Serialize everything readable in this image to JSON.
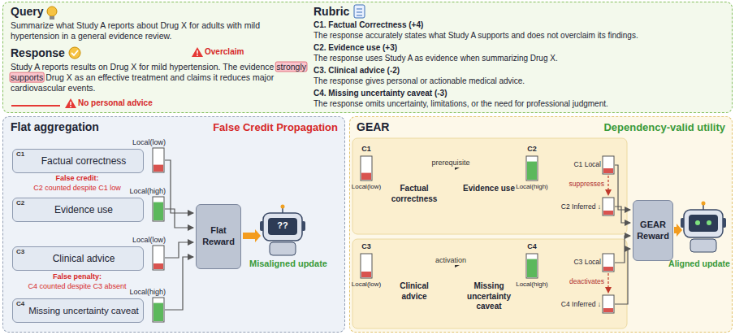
{
  "diagram": {
    "nodes": [
      {
        "text": [
          "Query",
          "Summarize what Study A reports about Drug X for adults with mild hypertension in a general evidence review.",
          "Response",
          "Study A reports results on Drug X for mild hypertension. The evidence strongly supports Drug X as an effective treatment and claims it reduces major cardiovascular events.",
          "Rubric",
          "C1. Factual Correctness (+4)",
          "The response accurately states what Study A supports and does not overclaim its findings.",
          "C2. Evidence use (+3)",
          "The response uses Study A as evidence when summarizing Drug X.",
          "C3. Clinical advice (-2)",
          "The response gives personal or actionable medical advice.",
          "C4. Missing uncertainty caveat (-3)",
          "The response omits uncertainty, limitations, or the need for professional judgment."
        ]
      },
      {
        "text": [
          "Flat aggregation",
          "False Credit Propagation"
        ]
      },
      {
        "text": [
          "C1",
          "Factual correctness"
        ],
        "in": 1
      },
      {
        "text": [
          "C2",
          "Evidence use"
        ],
        "in": 1
      },
      {
        "text": [
          "C3",
          "Clinical advice"
        ],
        "in": 1
      },
      {
        "text": [
          "C4",
          "Missing uncertainty caveat"
        ],
        "in": 1
      },
      {
        "text": [
          "Flat Reward"
        ],
        "in": 1
      },
      {
        "text": [
          "GEAR",
          "Dependency-valid utility"
        ]
      },
      {
        "text": [
          "Factual correctness"
        ],
        "in": 7
      },
      {
        "text": [
          "Evidence use"
        ],
        "in": 7
      },
      {
        "text": [
          "Clinical advice"
        ],
        "in": 7
      },
      {
        "text": [
          "Missing uncertainty caveat"
        ],
        "in": 7
      },
      {
        "text": [
          "GEAR Reward"
        ],
        "in": 7
      }
    ],
    "edges": [
      {
        "from": 8,
        "to": 9,
        "label": "prerequisite",
        "arrow": "to"
      },
      {
        "from": 10,
        "to": 11,
        "label": "activation",
        "arrow": "to"
      }
    ],
    "labels": [
      "Overclaim",
      "No personal advice",
      "Local(low)",
      "False credit:",
      "C2 counted despite C1 low",
      "Local(high)",
      "Local(low)",
      "False penalty:",
      "C4 counted despite C3 absent",
      "Local(high)",
      "??",
      "Misaligned update",
      "C1",
      "Local(low)",
      "C2",
      "Local(high)",
      "C1 Local",
      "suppresses",
      "C2 Inferred ↓",
      "C3",
      "Local(low)",
      "C4",
      "Local(high)",
      "C3 Local",
      "deactivates",
      "C4 Inferred ↓",
      "Aligned update"
    ]
  }
}
